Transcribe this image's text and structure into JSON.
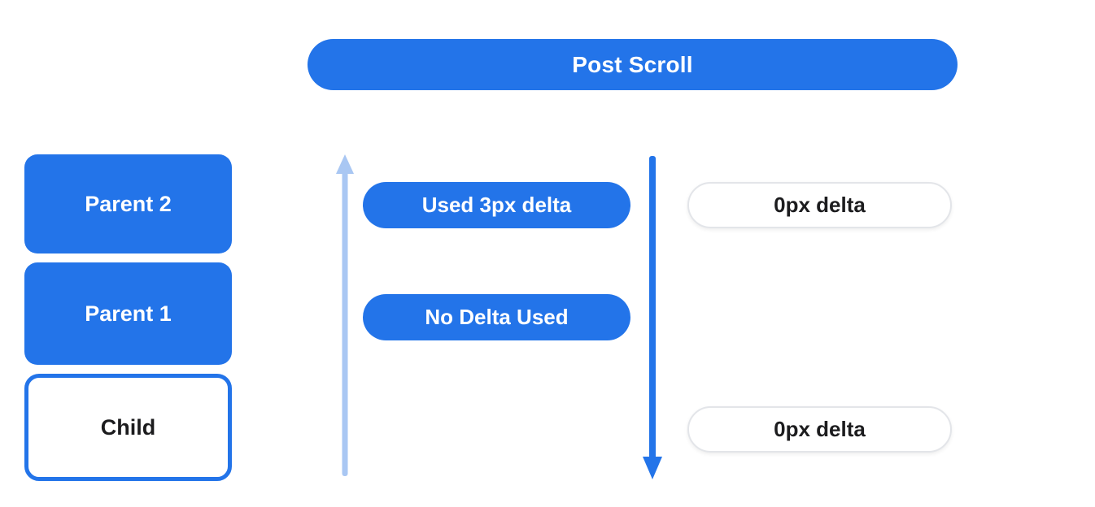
{
  "header": {
    "label": "Post Scroll"
  },
  "stack": {
    "items": [
      {
        "label": "Parent 2",
        "variant": "filled"
      },
      {
        "label": "Parent 1",
        "variant": "filled"
      },
      {
        "label": "Child",
        "variant": "outlined"
      }
    ]
  },
  "deltas": {
    "applied": [
      {
        "label": "Used 3px delta"
      },
      {
        "label": "No Delta Used"
      }
    ],
    "remaining": [
      {
        "label": "0px delta"
      },
      {
        "label": "0px delta"
      }
    ]
  },
  "arrows": {
    "up": {
      "direction": "up"
    },
    "down": {
      "direction": "down"
    }
  },
  "colors": {
    "blue": "#2374E9",
    "light-blue": "#A9C7F3",
    "text-dark": "#1C1C1E",
    "pill-border": "#E3E5E9",
    "background": "#FFFFFF"
  }
}
